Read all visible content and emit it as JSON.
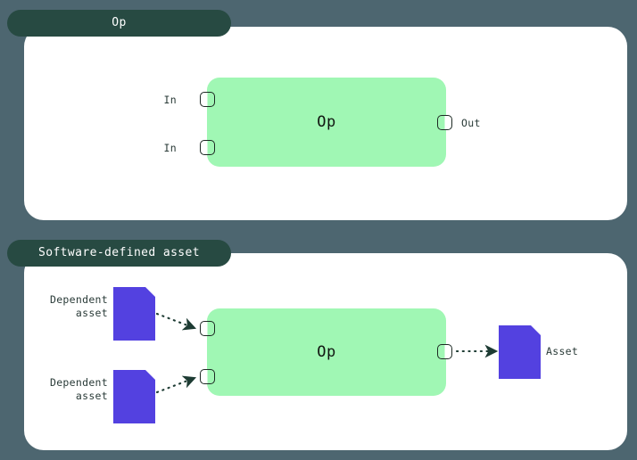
{
  "diagram": {
    "title_semantics": "op-vs-software-defined-asset",
    "background_color": "#4d6670",
    "panel_color": "#ffffff",
    "tab_color": "#274a42",
    "op_box_color": "#a0f7b4",
    "asset_icon_color": "#5341e0",
    "text_color": "#2a3b38",
    "edge_color": "#1d3b33"
  },
  "panels": [
    {
      "tab_label": "Op",
      "op_box_label": "Op",
      "inputs": [
        {
          "label": "In"
        },
        {
          "label": "In"
        }
      ],
      "outputs": [
        {
          "label": "Out"
        }
      ]
    },
    {
      "tab_label": "Software-defined asset",
      "op_box_label": "Op",
      "input_assets": [
        {
          "line1": "Dependent",
          "line2": "asset",
          "icon": "document-icon"
        },
        {
          "line1": "Dependent",
          "line2": "asset",
          "icon": "document-icon"
        }
      ],
      "output_assets": [
        {
          "label": "Asset",
          "icon": "document-icon"
        }
      ]
    }
  ]
}
